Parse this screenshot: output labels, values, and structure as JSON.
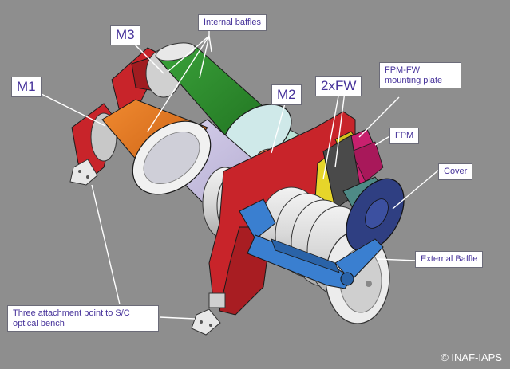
{
  "labels": {
    "internal_baffles": "Internal baffles",
    "m3": "M3",
    "m1": "M1",
    "m2": "M2",
    "two_fw": "2xFW",
    "fpm_fw_line1": "FPM-FW",
    "fpm_fw_line2": "mounting plate",
    "fpm": "FPM",
    "cover": "Cover",
    "external_baffle": "External Baffle",
    "attachment_line1": "Three attachment point to S/C",
    "attachment_line2": "optical bench"
  },
  "copyright": "© INAF-IAPS",
  "colors": {
    "background": "#8e8e8e",
    "frame_red": "#c8242a",
    "baffle_green": "#2e8b2e",
    "baffle_orange": "#e57520",
    "arm_blue": "#3a7fd0",
    "filter_yellow": "#e6d52a",
    "fpm_magenta": "#c8206e",
    "cover_navy": "#2f3f82",
    "label_text": "#46329a"
  }
}
